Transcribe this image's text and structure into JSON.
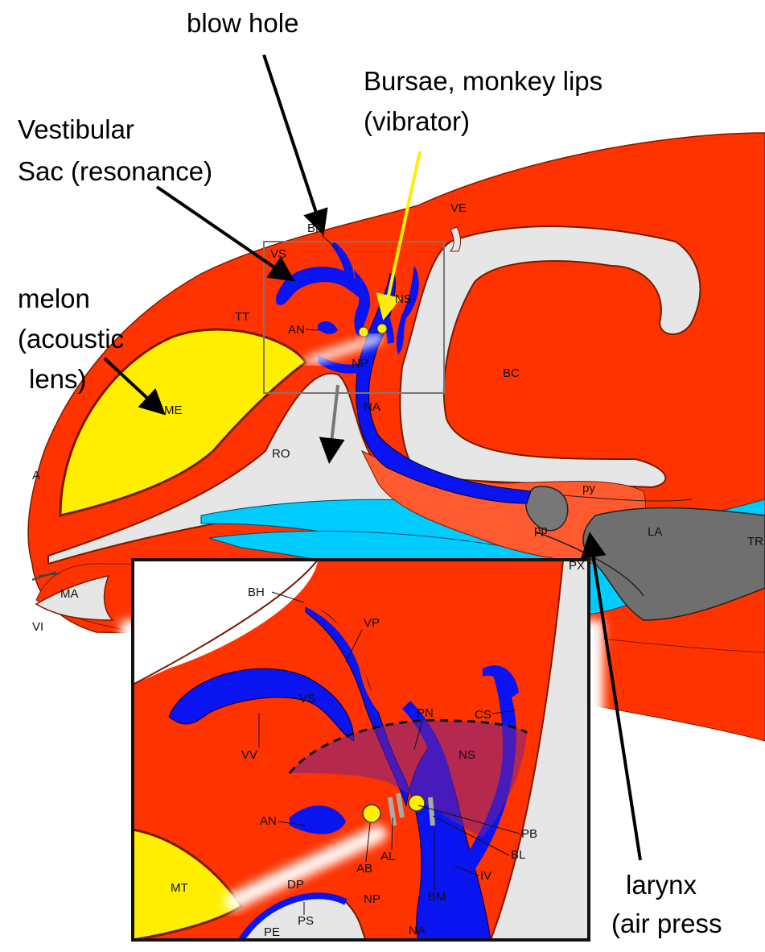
{
  "callouts": {
    "blow_hole": "blow hole",
    "bursae_1": "Bursae, monkey lips",
    "bursae_2": "(vibrator)",
    "vestibular_1": "Vestibular",
    "vestibular_2": "Sac (resonance)",
    "melon_1": "melon",
    "melon_2": "(acoustic",
    "melon_3": "lens)",
    "larynx_1": "larynx",
    "larynx_2": "(air press"
  },
  "main_labels": {
    "BH": "BH",
    "VE": "VE",
    "VS": "VS",
    "TT": "TT",
    "AN": "AN",
    "NS": "NS",
    "NP": "NP",
    "BC": "BC",
    "NA": "NA",
    "ME": "ME",
    "RO": "RO",
    "A": "A",
    "py": "py",
    "pp": "pp",
    "LA": "LA",
    "TR": "TR",
    "PX": "PX",
    "MA": "MA",
    "VI": "VI"
  },
  "inset_labels": {
    "BH": "BH",
    "VP": "VP",
    "VS": "VS",
    "CS": "CS",
    "PN": "PN",
    "VV": "VV",
    "NS": "NS",
    "AN": "AN",
    "PB": "PB",
    "AL": "AL",
    "BL": "BL",
    "AB": "AB",
    "IV": "IV",
    "DP": "DP",
    "MT": "MT",
    "NP": "NP",
    "BM": "BM",
    "PS": "PS",
    "PE": "PE",
    "NA": "NA"
  },
  "colors": {
    "tissue_red": "#ff3300",
    "air_blue": "#0a14f0",
    "melon_yellow": "#ffee00",
    "bone_grey": "#e8e8e8",
    "larynx_grey": "#777777",
    "pharynx_cyan": "#00ccff",
    "bursae_arrow": "#ffee00"
  }
}
